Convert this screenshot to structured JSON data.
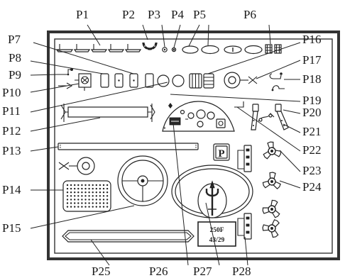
{
  "labels": {
    "P1": "P1",
    "P2": "P2",
    "P3": "P3",
    "P4": "P4",
    "P5": "P5",
    "P6": "P6",
    "P7": "P7",
    "P8": "P8",
    "P9": "P9",
    "P10": "P10",
    "P11": "P11",
    "P12": "P12",
    "P13": "P13",
    "P14": "P14",
    "P15": "P15",
    "P16": "P16",
    "P17": "P17",
    "P18": "P18",
    "P19": "P19",
    "P20": "P20",
    "P21": "P21",
    "P22": "P22",
    "P23": "P23",
    "P24": "P24",
    "P25": "P25",
    "P26": "P26",
    "P27": "P27",
    "P28": "P28"
  },
  "plate": {
    "line1": "250F",
    "line2": "43/29"
  },
  "parking_sign": "P",
  "colors": {
    "ink": "#222222",
    "sheet_border": "#333333",
    "paper": "#ffffff"
  }
}
